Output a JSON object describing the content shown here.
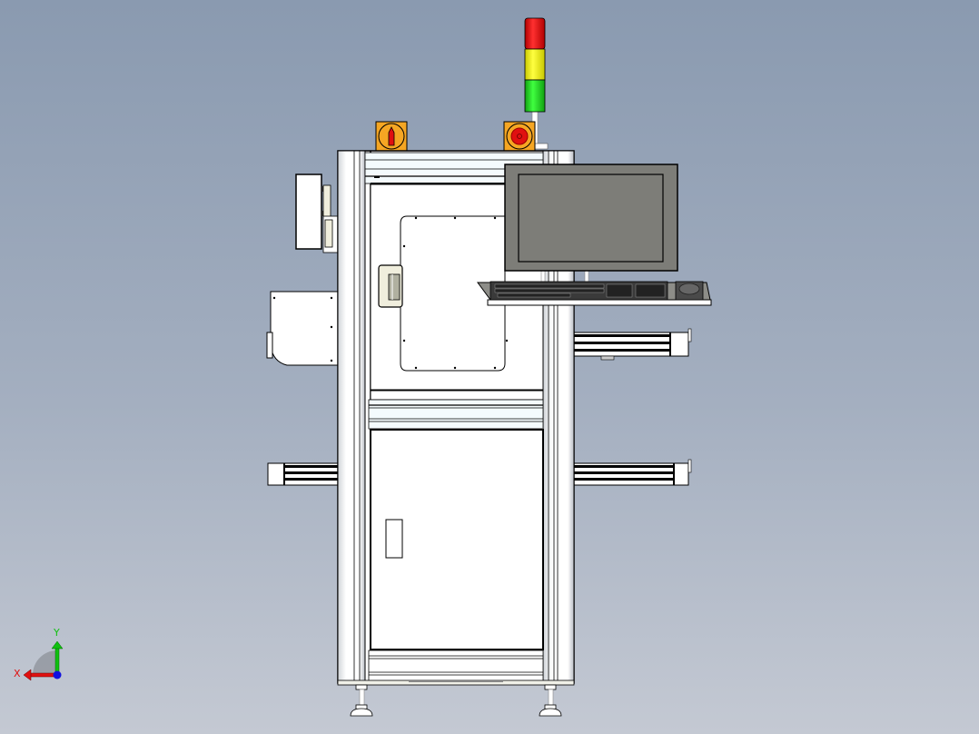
{
  "viewport": {
    "type": "cad-front-view",
    "background_top": "#8a9ab0",
    "background_bottom": "#c4c9d3"
  },
  "model": {
    "name": "machine-cabinet",
    "components": [
      "signal-tower",
      "selector-switch",
      "emergency-stop-button",
      "monitor",
      "keyboard-tray",
      "upper-door-window",
      "door-handle",
      "lower-cabinet-door",
      "conveyor-rail-upper-right",
      "conveyor-rail-lower-left",
      "conveyor-rail-lower-right",
      "side-electrical-box",
      "side-panel-box",
      "leveling-feet"
    ],
    "signal_tower": {
      "lights": [
        {
          "color_name": "red",
          "color": "#e01010"
        },
        {
          "color_name": "yellow",
          "color": "#f0f010"
        },
        {
          "color_name": "green",
          "color": "#20d020"
        }
      ]
    },
    "colors": {
      "frame": "#ffffff",
      "outline": "#000000",
      "button_housing": "#f5a623",
      "button_red": "#e01010",
      "monitor_body": "#7d7d78",
      "keyboard": "#3a3a3a",
      "handle": "#f0eedd"
    }
  },
  "triad": {
    "x_label": "X",
    "y_label": "Y",
    "x_color": "#e01010",
    "y_color": "#10c010",
    "z_color": "#1010e0"
  }
}
